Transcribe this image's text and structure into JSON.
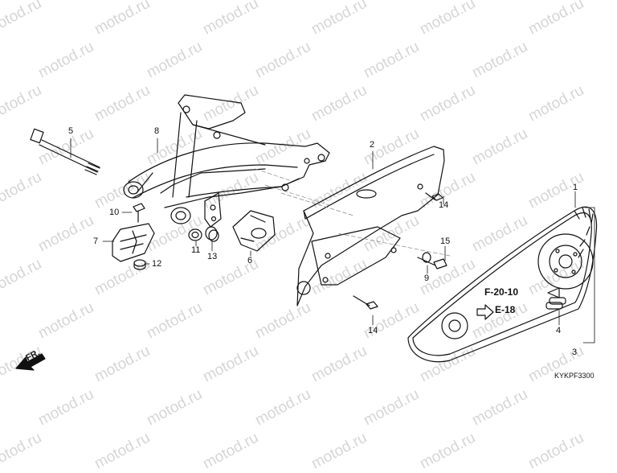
{
  "watermark": {
    "text": "motod.ru"
  },
  "callouts": [
    {
      "id": "c1",
      "label": "1"
    },
    {
      "id": "c2",
      "label": "2"
    },
    {
      "id": "c3",
      "label": "3"
    },
    {
      "id": "c4",
      "label": "4"
    },
    {
      "id": "c5",
      "label": "5"
    },
    {
      "id": "c6",
      "label": "6"
    },
    {
      "id": "c7",
      "label": "7"
    },
    {
      "id": "c8",
      "label": "8"
    },
    {
      "id": "c9",
      "label": "9"
    },
    {
      "id": "c10",
      "label": "10"
    },
    {
      "id": "c11",
      "label": "11"
    },
    {
      "id": "c12",
      "label": "12"
    },
    {
      "id": "c13",
      "label": "13"
    },
    {
      "id": "c14a",
      "label": "14"
    },
    {
      "id": "c14b",
      "label": "14"
    },
    {
      "id": "c15",
      "label": "15"
    }
  ],
  "references": {
    "sprocket": "F-20-10",
    "engine": "E-18"
  },
  "direction": {
    "label": "FR."
  },
  "diagram_code": "KYKPF3300",
  "colors": {
    "line": "#111111",
    "watermark": "#d6d6d6",
    "background": "#ffffff"
  }
}
